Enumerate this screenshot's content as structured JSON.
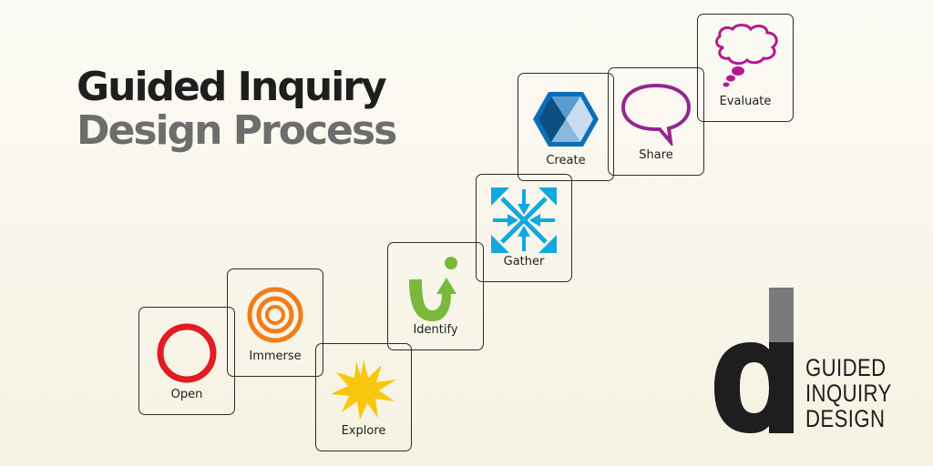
{
  "title": {
    "line1": "Guided Inquiry",
    "line2": "Design Process"
  },
  "steps": [
    {
      "label": "Open",
      "icon": "ring-icon",
      "color": "#e31b23"
    },
    {
      "label": "Immerse",
      "icon": "concentric-rings-icon",
      "color": "#f07d1a"
    },
    {
      "label": "Explore",
      "icon": "starburst-icon",
      "color": "#f8c60c"
    },
    {
      "label": "Identify",
      "icon": "u-turn-arrow-icon",
      "color": "#7ab93c"
    },
    {
      "label": "Gather",
      "icon": "converging-arrows-icon",
      "color": "#12a7df"
    },
    {
      "label": "Create",
      "icon": "hexagon-icon",
      "color": "#0b6fb8"
    },
    {
      "label": "Share",
      "icon": "speech-bubble-icon",
      "color": "#93278f"
    },
    {
      "label": "Evaluate",
      "icon": "thought-bubble-icon",
      "color": "#b5198d"
    }
  ],
  "logo": {
    "line1": "GUIDED",
    "line2": "INQUIRY",
    "line3": "DESIGN"
  },
  "colors": {
    "title_dark": "#1e1e1e",
    "title_gray": "#6d6d6d",
    "background": "#f8f5ea"
  }
}
